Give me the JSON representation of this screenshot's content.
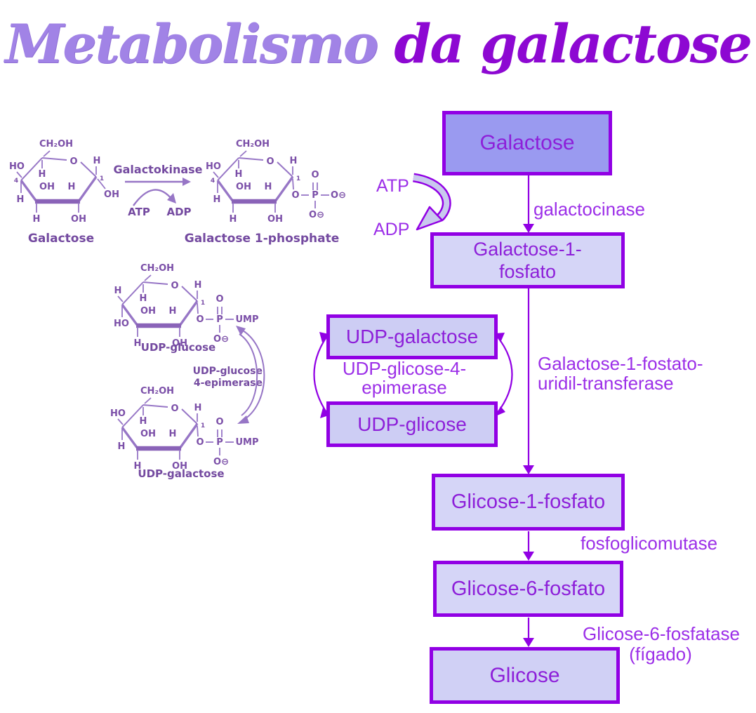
{
  "title": {
    "part1": "Metabolismo",
    "part2": "da galactose"
  },
  "colors": {
    "accent_purple": "#9100e4",
    "box_fill_dark": "#9a9af0",
    "box_fill_light": "#d5d5f7",
    "box_text": "#8d1fd9",
    "label_text": "#9c2fe8",
    "title_light": "#a183e6",
    "title_dark": "#8d08d2",
    "structure_ink": "#7b4fa8"
  },
  "flowchart": {
    "boxes": {
      "galactose": "Galactose",
      "galactose_1_fosfato_line1": "Galactose-1-",
      "galactose_1_fosfato_line2": "fosfato",
      "udp_galactose": "UDP-galactose",
      "udp_glicose": "UDP-glicose",
      "glicose_1_fosfato": "Glicose-1-fosfato",
      "glicose_6_fosfato": "Glicose-6-fosfato",
      "glicose": "Glicose"
    },
    "labels": {
      "atp": "ATP",
      "adp": "ADP",
      "galactocinase": "galactocinase",
      "transferase_line1": "Galactose-1-fostato-",
      "transferase_line2": "uridil-transferase",
      "epimerase_line1": "UDP-glicose-4-",
      "epimerase_line2": "epimerase",
      "fosfoglicomutase": "fosfoglicomutase",
      "glicose6fosfatase_line1": "Glicose-6-fosfatase",
      "glicose6fosfatase_line2": "(fígado)"
    }
  },
  "chemistry": {
    "reaction1": {
      "enzyme": "Galactokinase",
      "atp": "ATP",
      "adp": "ADP",
      "substrate_caption": "Galactose",
      "product_caption": "Galactose 1-phosphate"
    },
    "reaction2": {
      "enzyme_line1": "UDP-glucose",
      "enzyme_line2": "4-epimerase",
      "top_caption": "UDP-glucose",
      "bottom_caption": "UDP-galactose"
    },
    "atoms": {
      "ch2oh": "CH₂OH",
      "ho": "HO",
      "oh": "OH",
      "h": "H",
      "o": "O",
      "p": "P",
      "ump": "UMP",
      "o_minus": "O⊖",
      "n1": "1",
      "n4": "4"
    }
  }
}
